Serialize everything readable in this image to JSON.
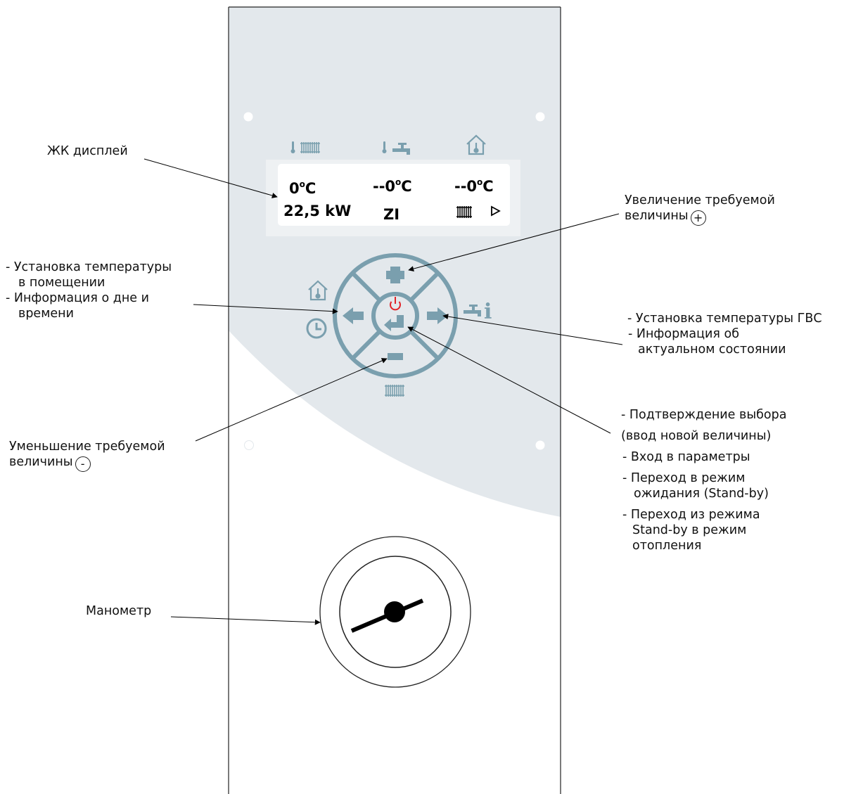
{
  "lcd": {
    "heating_temp": "0",
    "dhw_temp": "--0",
    "room_temp": "--0",
    "deg_unit": "o",
    "c_letter": "C",
    "power": "22,5 kW",
    "mode": "ZI"
  },
  "labels": {
    "lcd_display": "ЖК дисплей",
    "increase_line1": "Увеличение требуемой",
    "increase_line2": "величины",
    "increase_symbol": "+",
    "left_line1": "- Установка температуры",
    "left_line2": "в помещении",
    "left_line3": "- Информация о дне и",
    "left_line4": "времени",
    "right_line1": "- Установка температуры ГВС",
    "right_line2": "- Информация об",
    "right_line3": "актуальном состоянии",
    "decrease_line1": "Уменьшение требуемой",
    "decrease_line2": "величины",
    "decrease_symbol": "-",
    "confirm_line1": "- Подтверждение выбора",
    "confirm_line2": "(ввод новой величины)",
    "confirm_line3": "- Вход в параметры",
    "confirm_line4": "- Переход в режим",
    "confirm_line5": "ожидания  (Stand-by)",
    "confirm_line6": "- Переход из режима",
    "confirm_line7": "Stand-by в режим",
    "confirm_line8": "отопления",
    "manometer": "Манометр",
    "info_glyph": "i"
  },
  "colors": {
    "panel_tint": "#e3e8ec",
    "icon_blue": "#7a9fae",
    "power_red": "#e1252a"
  }
}
